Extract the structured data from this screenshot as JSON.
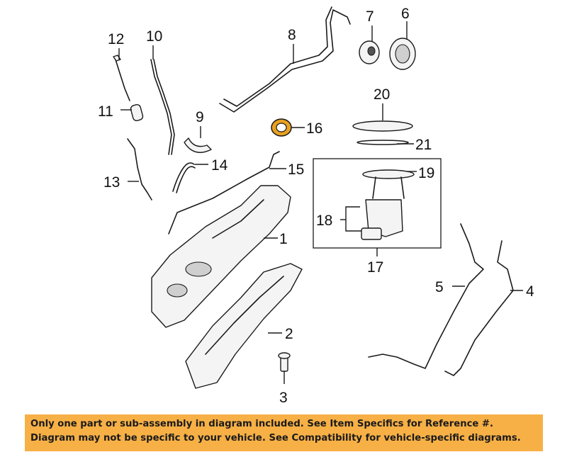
{
  "diagram": {
    "callouts": {
      "c1": "1",
      "c2": "2",
      "c3": "3",
      "c4": "4",
      "c5": "5",
      "c6": "6",
      "c7": "7",
      "c8": "8",
      "c9": "9",
      "c10": "10",
      "c11": "11",
      "c12": "12",
      "c13": "13",
      "c14": "14",
      "c15": "15",
      "c16": "16",
      "c17": "17",
      "c18": "18",
      "c19": "19",
      "c20": "20",
      "c21": "21"
    },
    "highlight_color": "#e8a020"
  },
  "banner": {
    "line1": "Only one part or sub-assembly in diagram included. See Item Specifics for Reference #.",
    "line2": "Diagram may not be specific to your vehicle. See Compatibility for vehicle-specific diagrams.",
    "background": "#f7b046"
  }
}
